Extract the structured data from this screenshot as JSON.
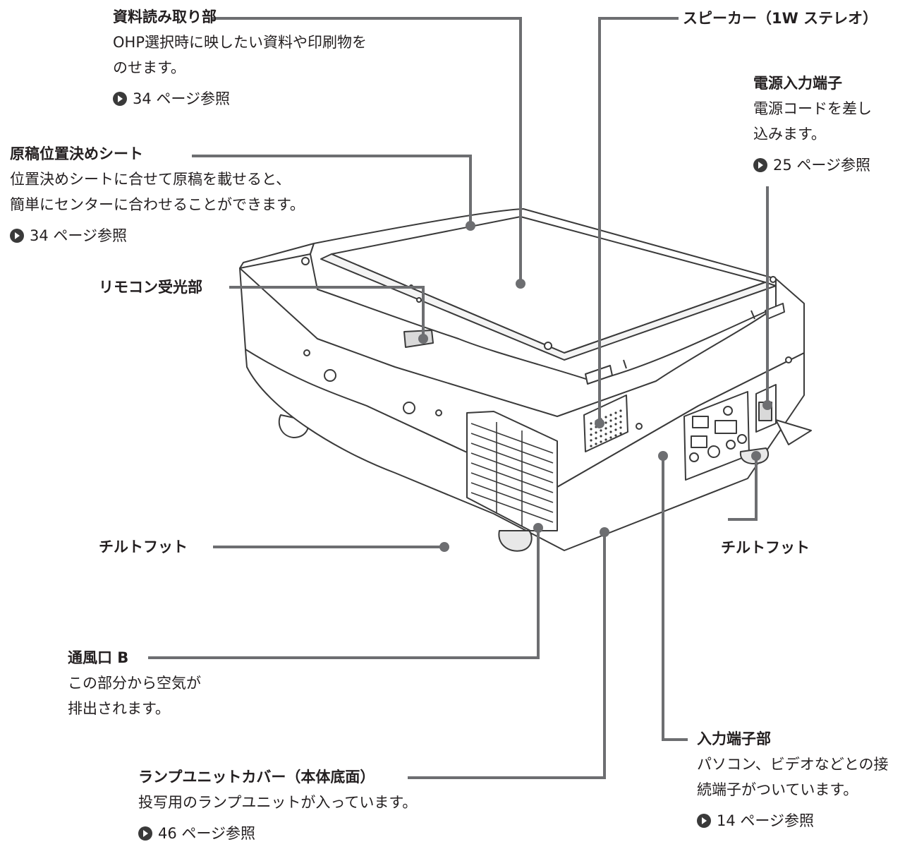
{
  "parts": {
    "document_reader": {
      "title": "資料読み取り部",
      "desc": [
        "OHP選択時に映したい資料や印刷物を",
        "のせます。"
      ],
      "ref": "34 ページ参照"
    },
    "positioning_sheet": {
      "title": "原稿位置決めシート",
      "desc": [
        "位置決めシートに合せて原稿を載せると、",
        "簡単にセンターに合わせることができます。"
      ],
      "ref": "34 ページ参照"
    },
    "remote_sensor": {
      "title": "リモコン受光部"
    },
    "tilt_foot_left": {
      "title": "チルトフット"
    },
    "vent_b": {
      "title": "通風口 B",
      "desc": [
        "この部分から空気が",
        "排出されます。"
      ]
    },
    "lamp_cover": {
      "title": "ランプユニットカバー（本体底面）",
      "desc": [
        "投写用のランプユニットが入っています。"
      ],
      "ref": "46 ページ参照"
    },
    "speaker": {
      "title": "スピーカー（1W ステレオ）"
    },
    "power_input": {
      "title": "電源入力端子",
      "desc": [
        "電源コードを差し",
        "込みます。"
      ],
      "ref": "25 ページ参照"
    },
    "tilt_foot_right": {
      "title": "チルトフット"
    },
    "input_terminals": {
      "title": "入力端子部",
      "desc": [
        "パソコン、ビデオなどとの接",
        "続端子がついています。"
      ],
      "ref": "14 ページ参照"
    }
  },
  "colors": {
    "leader": "#6d6e71",
    "text": "#231f20",
    "outline": "#3a3a3a",
    "icon": "#3a3a3a"
  },
  "icons": {
    "page_ref": "arrow-circle-icon"
  }
}
